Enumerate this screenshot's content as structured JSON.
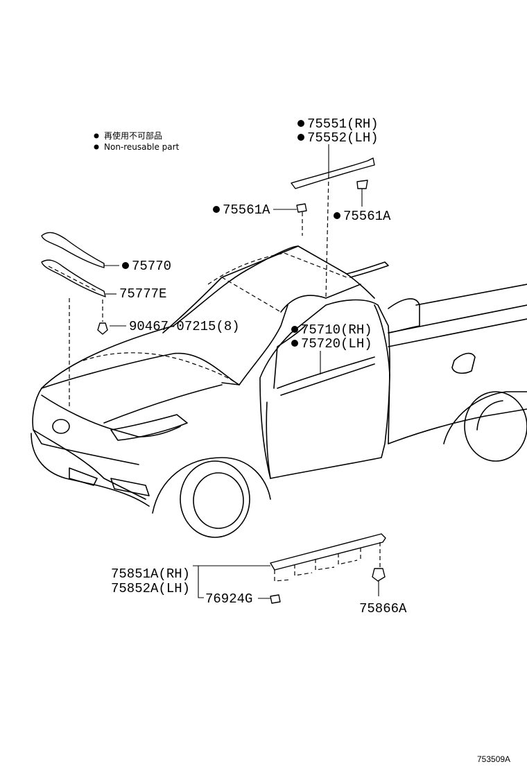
{
  "legend": {
    "line1": "再使用不可部品",
    "line2": "Non-reusable part"
  },
  "labels": {
    "p75551": "75551(RH)",
    "p75552": "75552(LH)",
    "p75561a_left": "75561A",
    "p75561a_right": "75561A",
    "p75770": "75770",
    "p75777e": "75777E",
    "p90467": "90467-07215(8)",
    "p75710": "75710(RH)",
    "p75720": "75720(LH)",
    "p75851a": "75851A(RH)",
    "p75852a": "75852A(LH)",
    "p76924g": "76924G",
    "p75866a": "75866A"
  },
  "reference": "753509A"
}
